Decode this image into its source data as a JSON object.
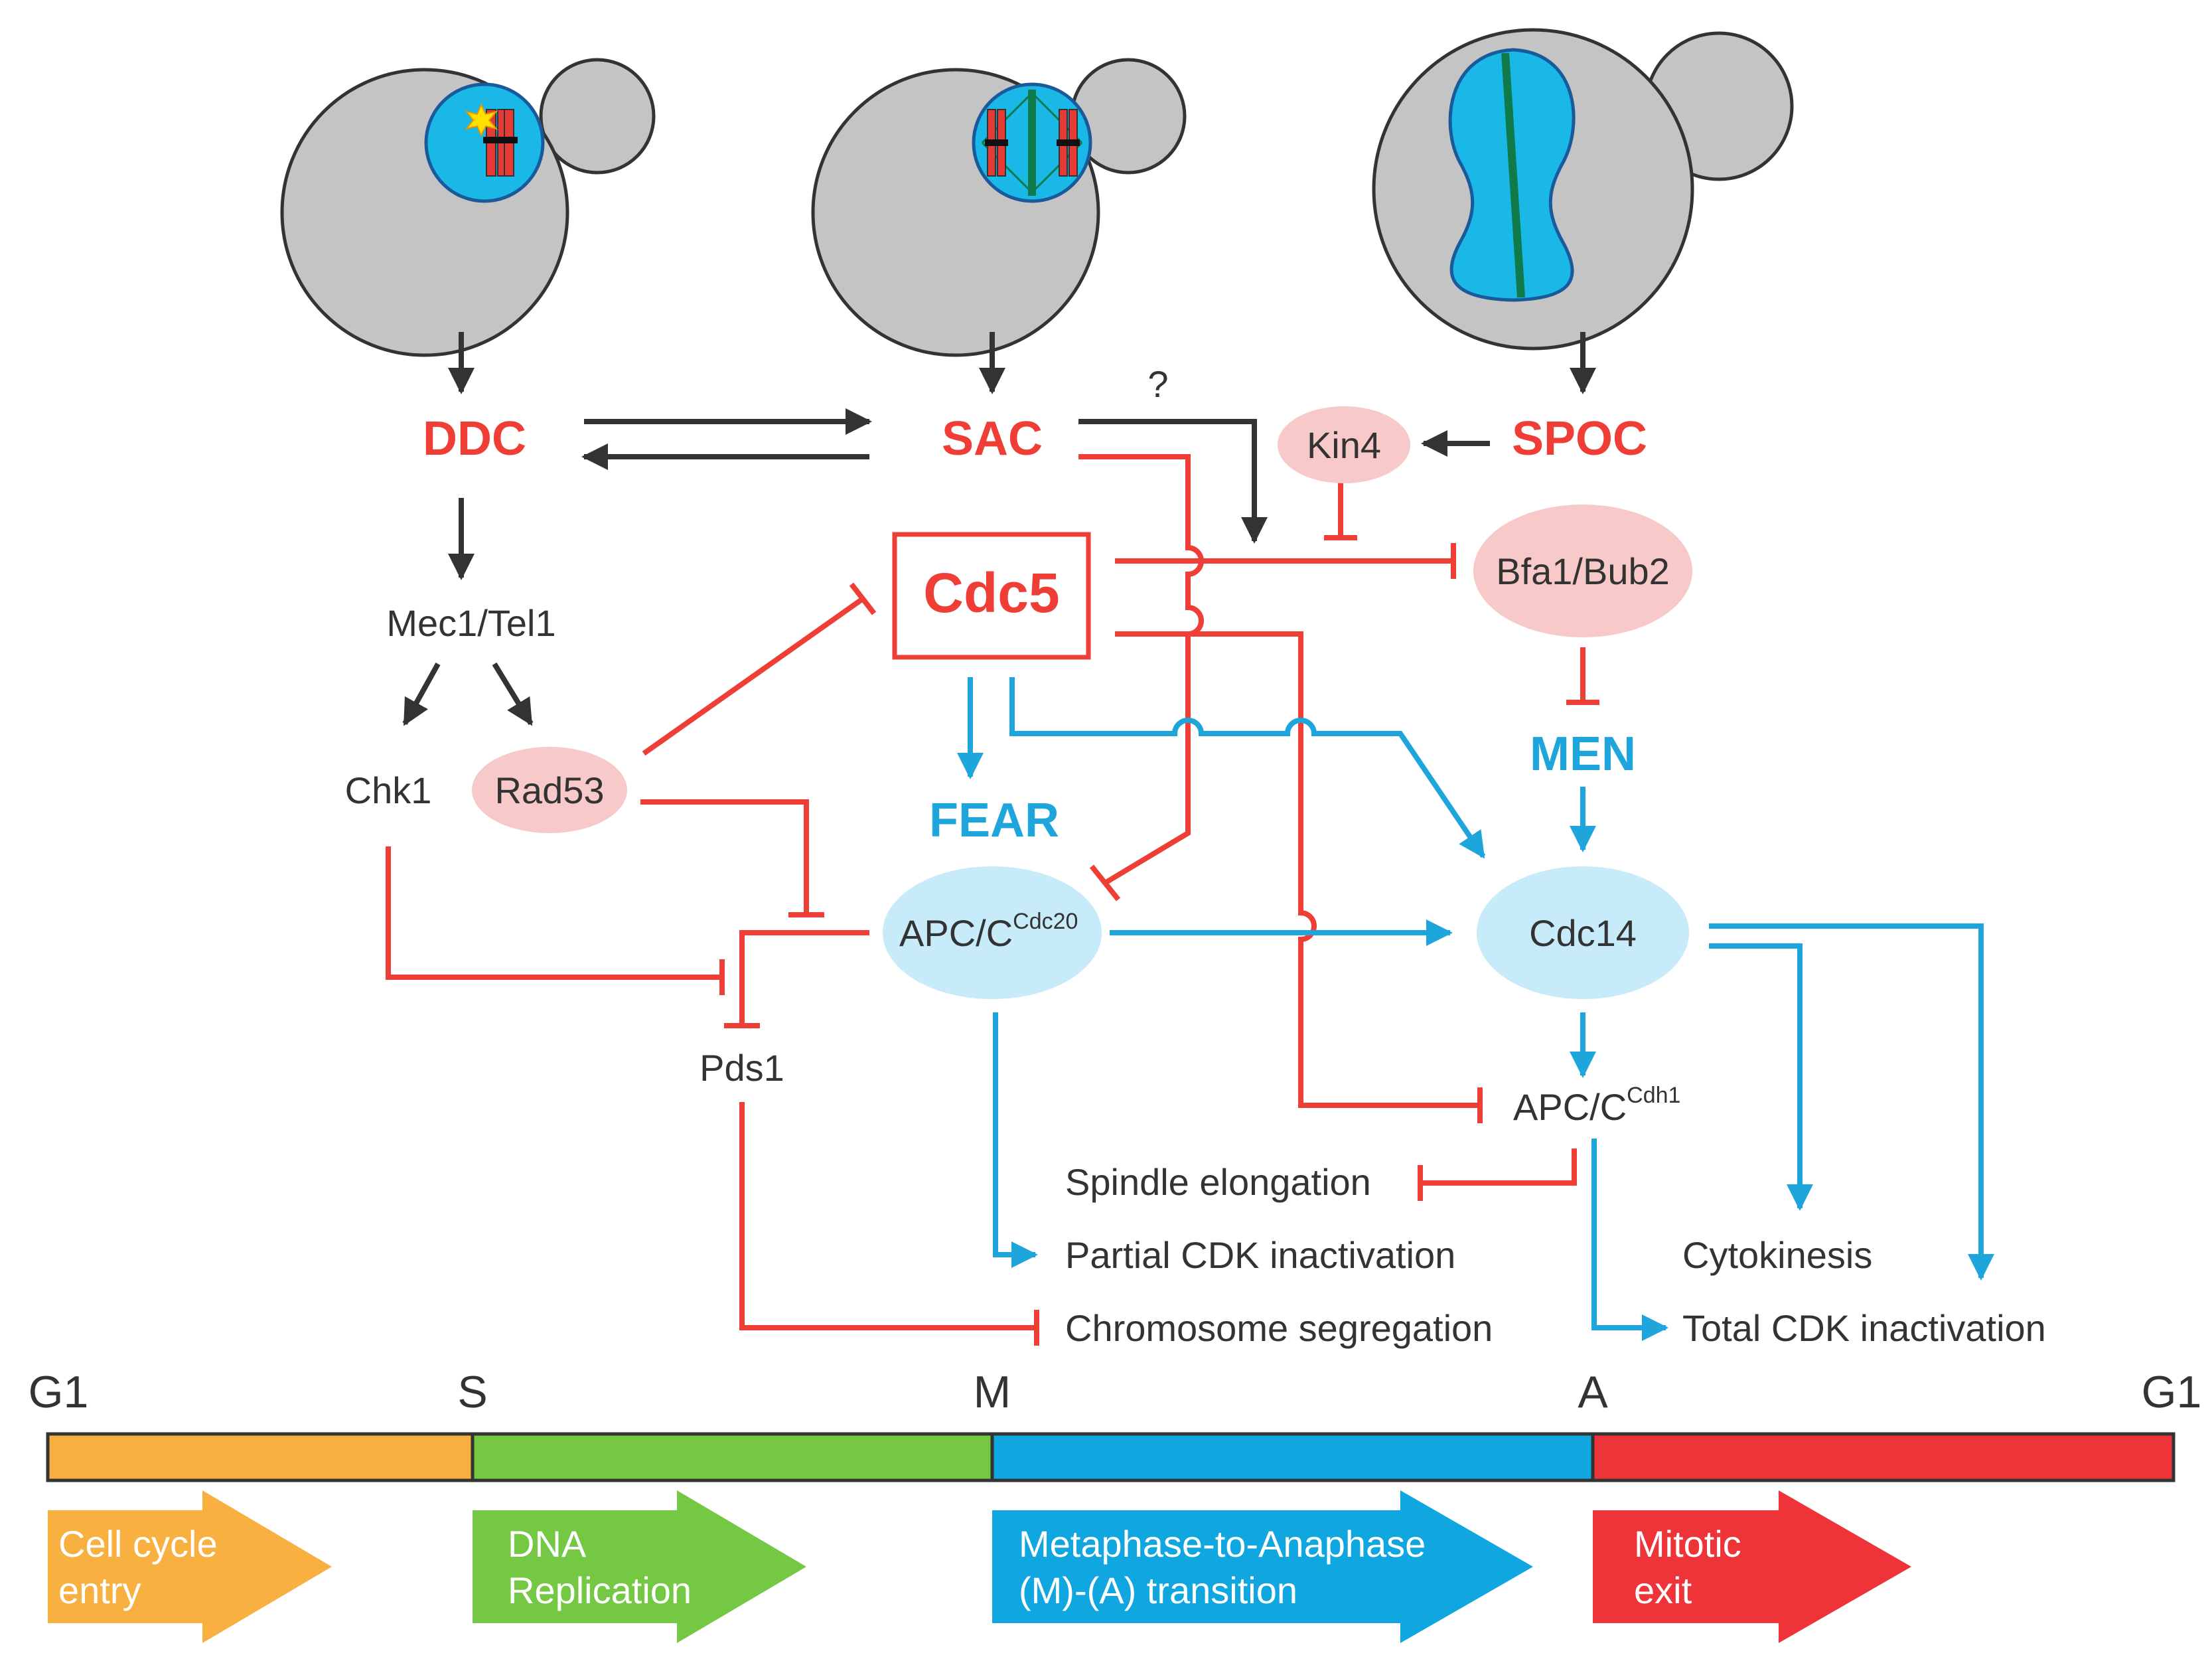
{
  "colors": {
    "cell": "#c4c4c4",
    "nucleus": "#19b8e6",
    "spindle": "#0f7a4a",
    "chromosome": "#e53a36",
    "red_arrow": "#ef3e36",
    "blue_arrow": "#1ea6dc",
    "black_arrow": "#333333",
    "pink_node": "#f7c9c9",
    "lightblue_node": "#c7ebf8",
    "phase_g1": "#f8b040",
    "phase_s": "#74c843",
    "phase_m": "#10a6e0",
    "phase_a": "#ee3438"
  },
  "checkpoints": {
    "ddc": "DDC",
    "sac": "SAC",
    "spoc": "SPOC",
    "question": "?"
  },
  "nodes": {
    "kin4": "Kin4",
    "cdc5": "Cdc5",
    "bfa1_bub2": "Bfa1/Bub2",
    "mec1_tel1": "Mec1/Tel1",
    "chk1": "Chk1",
    "rad53": "Rad53",
    "fear": "FEAR",
    "men": "MEN",
    "apc_cdc20_base": "APC/C",
    "apc_cdc20_sup": "Cdc20",
    "cdc14": "Cdc14",
    "pds1": "Pds1",
    "apc_cdh1_base": "APC/C",
    "apc_cdh1_sup": "Cdh1"
  },
  "outcomes": {
    "spindle_elongation": "Spindle elongation",
    "partial_cdk": "Partial CDK inactivation",
    "chromosome_segregation": "Chromosome segregation",
    "cytokinesis": "Cytokinesis",
    "total_cdk": "Total CDK inactivation"
  },
  "timeline": {
    "labels": [
      "G1",
      "S",
      "M",
      "A",
      "G1"
    ],
    "phases": [
      {
        "line1": "Cell cycle",
        "line2": "entry",
        "color": "#f8b040"
      },
      {
        "line1": "DNA",
        "line2": "Replication",
        "color": "#74c843"
      },
      {
        "line1": "Metaphase-to-Anaphase",
        "line2": "(M)-(A) transition",
        "color": "#10a6e0"
      },
      {
        "line1": "Mitotic",
        "line2": "exit",
        "color": "#ee3438"
      }
    ]
  }
}
